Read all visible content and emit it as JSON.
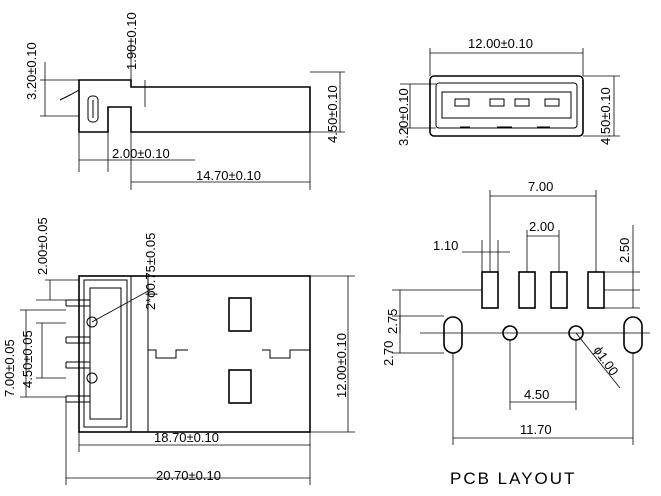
{
  "side_view": {
    "dim_height_total": "3.20±0.10",
    "dim_height_step": "1.90±0.10",
    "dim_front_height": "4.50±0.10",
    "dim_offset": "2.00±0.10",
    "dim_length": "14.70±0.10"
  },
  "front_view": {
    "dim_width": "12.00±0.10",
    "dim_inner_height": "3.20±0.10",
    "dim_outer_height": "4.50±0.10"
  },
  "top_view": {
    "dim_pin_offset": "2.00±0.05",
    "dim_pitch": "7.00±0.05",
    "dim_inner_pitch": "4.50±0.05",
    "dim_hole": "2*ϕ0.75±0.05",
    "dim_body_width": "12.00±0.10",
    "dim_body_length": "18.70±0.10",
    "dim_overall_length": "20.70±0.10"
  },
  "pcb_layout": {
    "title": "PCB LAYOUT",
    "dim_outer_pads": "7.00",
    "dim_pad_pitch": "2.00",
    "dim_pad_width": "1.10",
    "dim_pad_length": "2.50",
    "dim_row_gap": "2.75",
    "dim_slot_height": "2.70",
    "dim_hole_diameter": "ϕ1.00",
    "dim_hole_spacing": "4.50",
    "dim_slot_spacing": "11.70"
  }
}
